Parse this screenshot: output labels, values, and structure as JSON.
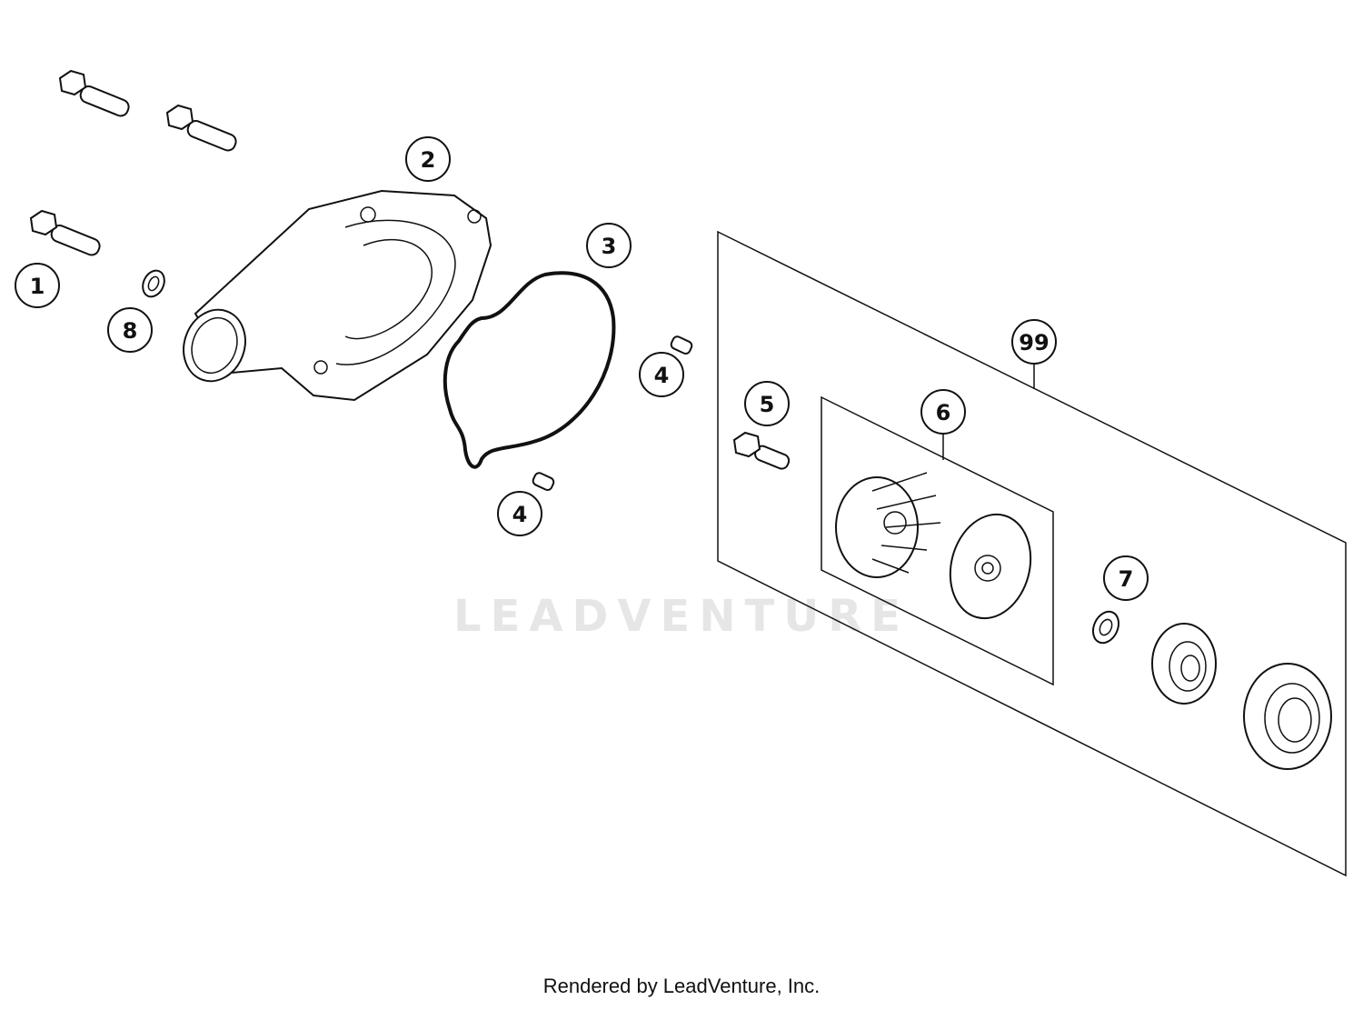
{
  "diagram": {
    "callouts": [
      {
        "label": "1"
      },
      {
        "label": "2"
      },
      {
        "label": "3"
      },
      {
        "label": "4"
      },
      {
        "label": "4"
      },
      {
        "label": "5"
      },
      {
        "label": "6"
      },
      {
        "label": "7"
      },
      {
        "label": "8"
      },
      {
        "label": "99"
      }
    ],
    "watermark": "LEADVENTURE",
    "footer": "Rendered by LeadVenture, Inc."
  }
}
